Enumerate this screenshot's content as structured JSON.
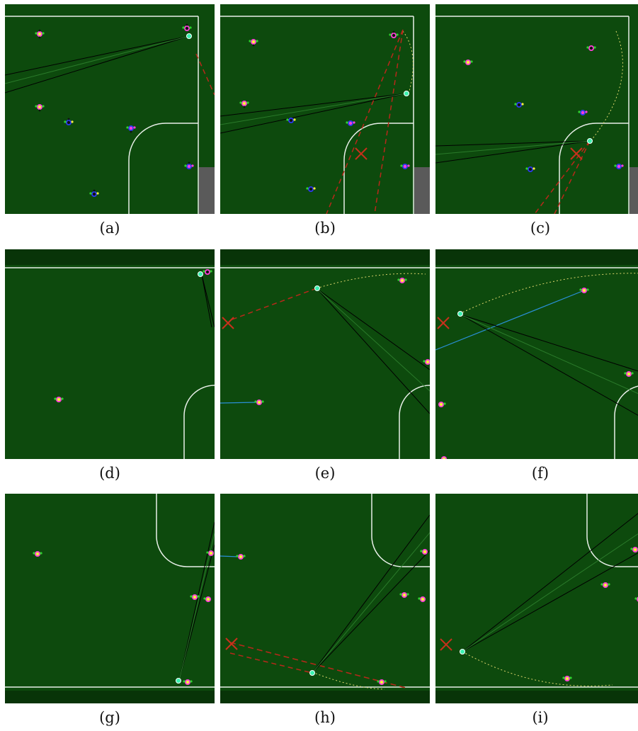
{
  "colors": {
    "field": "#0d4a0d",
    "field_dark": "#083408",
    "line": "#e8efe8",
    "goal": "#5a5a5a",
    "kick_arrow": "#b8281a",
    "target_cross": "#c8301c",
    "pass_line": "#2a8fd6",
    "ball": "#3df2b0",
    "trajectory": "#d9d36a",
    "team_a_core": "#ff3fd8",
    "team_b_core": "#2c39f0",
    "accent_yellow": "#f6f23a",
    "accent_green": "#2fd22f"
  },
  "panels": [
    {
      "caption": "(a)",
      "icon": "soccer-field-panel"
    },
    {
      "caption": "(b)",
      "icon": "soccer-field-panel"
    },
    {
      "caption": "(c)",
      "icon": "soccer-field-panel"
    },
    {
      "caption": "(d)",
      "icon": "soccer-field-panel"
    },
    {
      "caption": "(e)",
      "icon": "soccer-field-panel"
    },
    {
      "caption": "(f)",
      "icon": "soccer-field-panel"
    },
    {
      "caption": "(g)",
      "icon": "soccer-field-panel"
    },
    {
      "caption": "(h)",
      "icon": "soccer-field-panel"
    },
    {
      "caption": "(i)",
      "icon": "soccer-field-panel"
    }
  ]
}
